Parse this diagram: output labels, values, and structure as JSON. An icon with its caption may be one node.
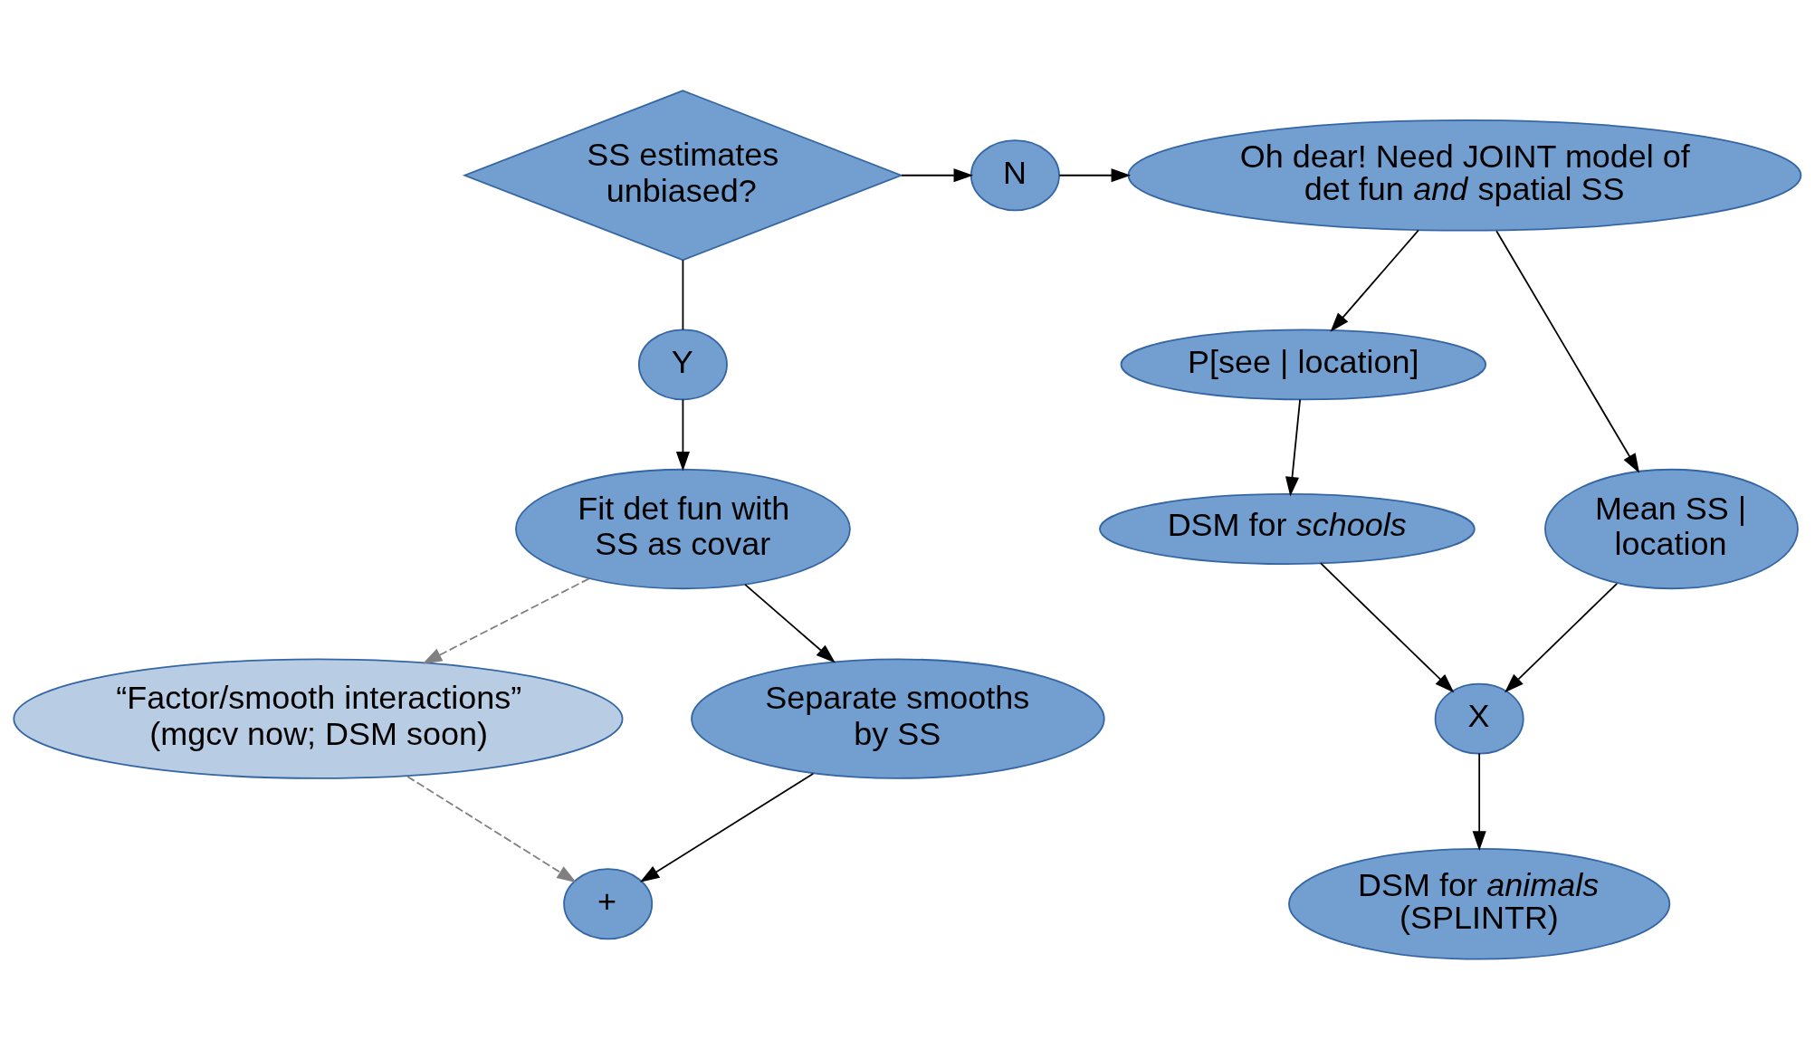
{
  "diagram": {
    "nodes": [
      {
        "text": [
          "SS estimates unbiased?"
        ]
      },
      {
        "text": [
          "N"
        ]
      },
      {
        "text": [
          "Oh dear! Need JOINT model of det fun *and* spatial SS"
        ]
      },
      {
        "text": [
          "Y"
        ]
      },
      {
        "text": [
          "P[see | location]"
        ]
      },
      {
        "text": [
          "Mean SS | location"
        ]
      },
      {
        "text": [
          "Fit det fun with SS as covar"
        ]
      },
      {
        "text": [
          "DSM for *schools*"
        ]
      },
      {
        "text": [
          "X"
        ]
      },
      {
        "text": [
          "“Factor/smooth interactions” (mgcv now; DSM soon)"
        ]
      },
      {
        "text": [
          "Separate smooths by SS"
        ]
      },
      {
        "text": [
          "DSM for *animals* (SPLINTR)"
        ]
      },
      {
        "text": [
          "+"
        ]
      }
    ],
    "edges": [
      {
        "from": 0,
        "to": 1,
        "arrow": "to"
      },
      {
        "from": 1,
        "to": 2,
        "arrow": "to"
      },
      {
        "from": 0,
        "to": 3,
        "arrow": "none"
      },
      {
        "from": 3,
        "to": 6,
        "arrow": "to"
      },
      {
        "from": 2,
        "to": 4,
        "arrow": "to"
      },
      {
        "from": 2,
        "to": 5,
        "arrow": "to"
      },
      {
        "from": 4,
        "to": 7,
        "arrow": "to"
      },
      {
        "from": 5,
        "to": 8,
        "arrow": "to"
      },
      {
        "from": 7,
        "to": 8,
        "arrow": "to"
      },
      {
        "from": 8,
        "to": 11,
        "arrow": "to"
      },
      {
        "from": 6,
        "to": 10,
        "arrow": "to"
      },
      {
        "from": 6,
        "to": 9,
        "arrow": "to",
        "style": "dashed",
        "color": "#808080"
      },
      {
        "from": 10,
        "to": 12,
        "arrow": "to"
      },
      {
        "from": 9,
        "to": 12,
        "arrow": "to",
        "style": "dashed",
        "color": "#808080"
      }
    ]
  }
}
